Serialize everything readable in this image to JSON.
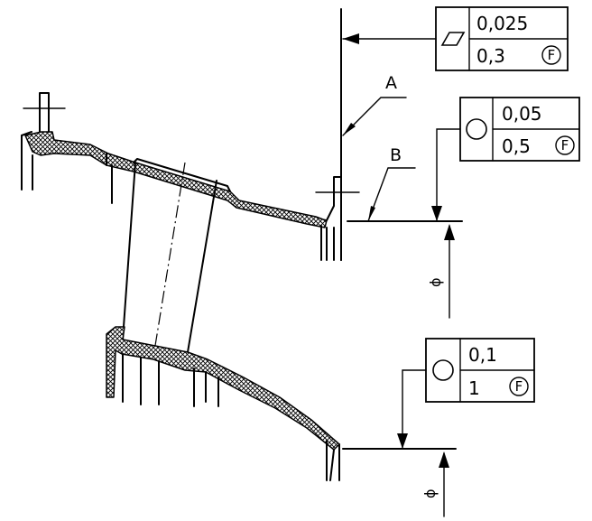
{
  "labels": {
    "datum_a": "A",
    "datum_b": "B",
    "diameter_symbol_upper": "ϕ",
    "diameter_symbol_lower": "ϕ"
  },
  "frames": {
    "flatness": {
      "symbol": "flatness-parallelogram-icon",
      "tolerance": "0,025",
      "secondary": "0,3",
      "modifier": "F"
    },
    "circularity_upper": {
      "symbol": "circle-icon",
      "tolerance": "0,05",
      "secondary": "0,5",
      "modifier": "F"
    },
    "circularity_lower": {
      "symbol": "circle-icon",
      "tolerance": "0,1",
      "secondary": "1",
      "modifier": "F"
    }
  }
}
